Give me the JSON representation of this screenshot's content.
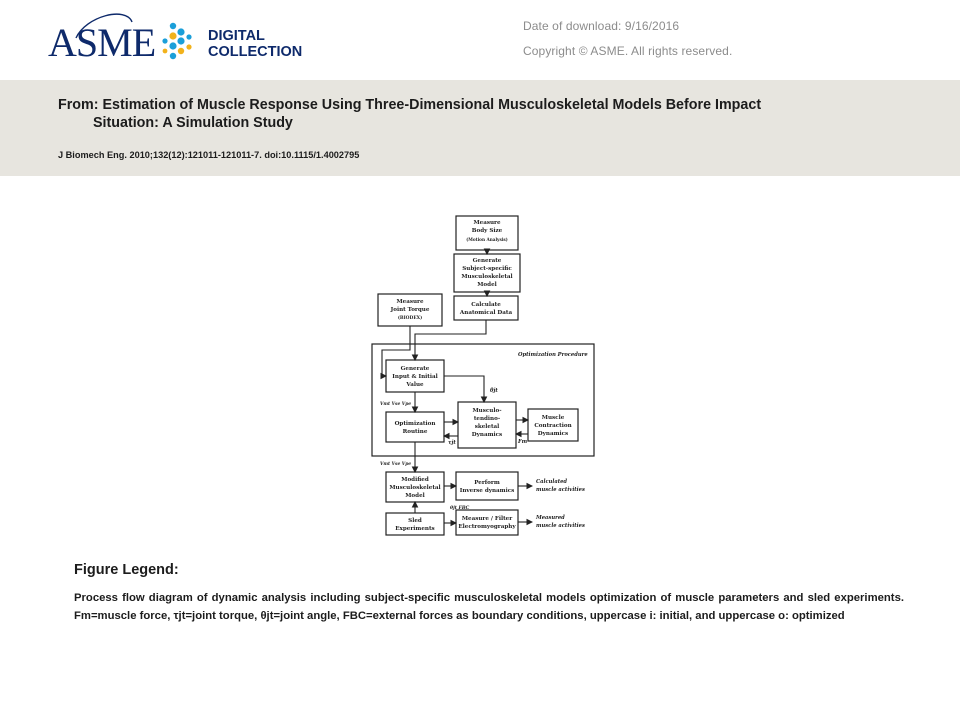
{
  "brand": {
    "logo_text": "ASME",
    "logo_line1": "DIGITAL",
    "logo_line2": "COLLECTION",
    "colors": {
      "navy": "#0e2a6b",
      "cyan": "#1b9fd9",
      "gold": "#f2b21c"
    }
  },
  "meta": {
    "download": "Date of download:  9/16/2016",
    "copyright": "Copyright © ASME. All rights reserved."
  },
  "article": {
    "from_line1": "From: Estimation of Muscle Response Using Three-Dimensional Musculoskeletal Models Before Impact",
    "from_line2": "Situation: A Simulation Study",
    "citation": "J Biomech Eng. 2010;132(12):121011-121011-7. doi:10.1115/1.4002795"
  },
  "figure": {
    "box_measure_body": [
      "Measure",
      "Body Size",
      "(Motion Analysis)"
    ],
    "box_generate_model": [
      "Generate",
      "Subject-specific",
      "Musculoskeletal",
      "Model"
    ],
    "box_calc_anat": [
      "Calculate",
      "Anatomical Data"
    ],
    "box_measure_torque": [
      "Measure",
      "Joint Torque",
      "(BIODEX)"
    ],
    "opt_label": "Optimization Procedure",
    "box_generate_input": [
      "Generate",
      "Input & Initial",
      "Value"
    ],
    "box_opt_routine": [
      "Optimization",
      "Routine"
    ],
    "box_mtsd": [
      "Musculo-",
      "tendino-",
      "skeletal",
      "Dynamics"
    ],
    "box_mcd": [
      "Muscle",
      "Contraction",
      "Dynamics"
    ],
    "box_modified": [
      "Modified",
      "Musculoskeletal",
      "Model"
    ],
    "box_inverse": [
      "Perform",
      "Inverse dynamics"
    ],
    "box_sled": [
      "Sled",
      "Experiments"
    ],
    "box_emg": [
      "Measure / Filter",
      "Electromyography"
    ],
    "label_calculated": [
      "Calculated",
      "muscle activities"
    ],
    "label_measured": [
      "Measured",
      "muscle activities"
    ],
    "sym_v_initial": "Vmt  Vse  Vpe",
    "sym_v_opt": "Vmt  Vse  Vpe",
    "sym_theta": "θjt",
    "sym_tau": "τjt",
    "sym_fm": "Fm",
    "sym_theta_fbc": "θjt  FBC"
  },
  "legend": {
    "heading": "Figure Legend:",
    "body": "Process flow diagram of dynamic analysis including subject-specific musculoskeletal models optimization of muscle parameters and sled experiments. Fm=muscle force, τjt=joint torque, θjt=joint angle, FBC=external forces as boundary conditions, uppercase i: initial, and uppercase o: optimized"
  }
}
